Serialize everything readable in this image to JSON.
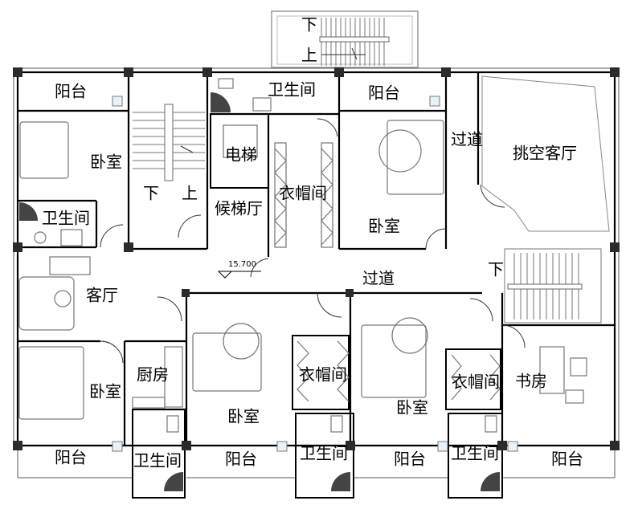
{
  "rooms": {
    "balcony_tl": "阳台",
    "balcony_tr": "阳台",
    "balcony_b1": "阳台",
    "balcony_b2": "阳台",
    "balcony_b3": "阳台",
    "balcony_b4": "阳台",
    "bathroom_top": "卫生间",
    "bathroom_left": "卫生间",
    "bathroom_b1": "卫生间",
    "bathroom_b2": "卫生间",
    "bathroom_b3": "卫生间",
    "bedroom_tl": "卧室",
    "bedroom_tm": "卧室",
    "bedroom_bl": "卧室",
    "bedroom_bm": "卧室",
    "bedroom_br": "卧室",
    "elevator": "电梯",
    "elevator_lobby": "候梯厅",
    "closet_top": "衣帽间",
    "closet_b1": "衣帽间",
    "closet_b2": "衣帽间",
    "corridor_top": "过道",
    "corridor_mid": "过道",
    "double_height_living": "挑空客厅",
    "living_room": "客厅",
    "kitchen": "厨房",
    "study": "书房"
  },
  "stairs": {
    "top_down": "下",
    "top_up": "上",
    "left_down": "下",
    "left_up": "上",
    "right_down": "下"
  },
  "elevation": "15.700"
}
